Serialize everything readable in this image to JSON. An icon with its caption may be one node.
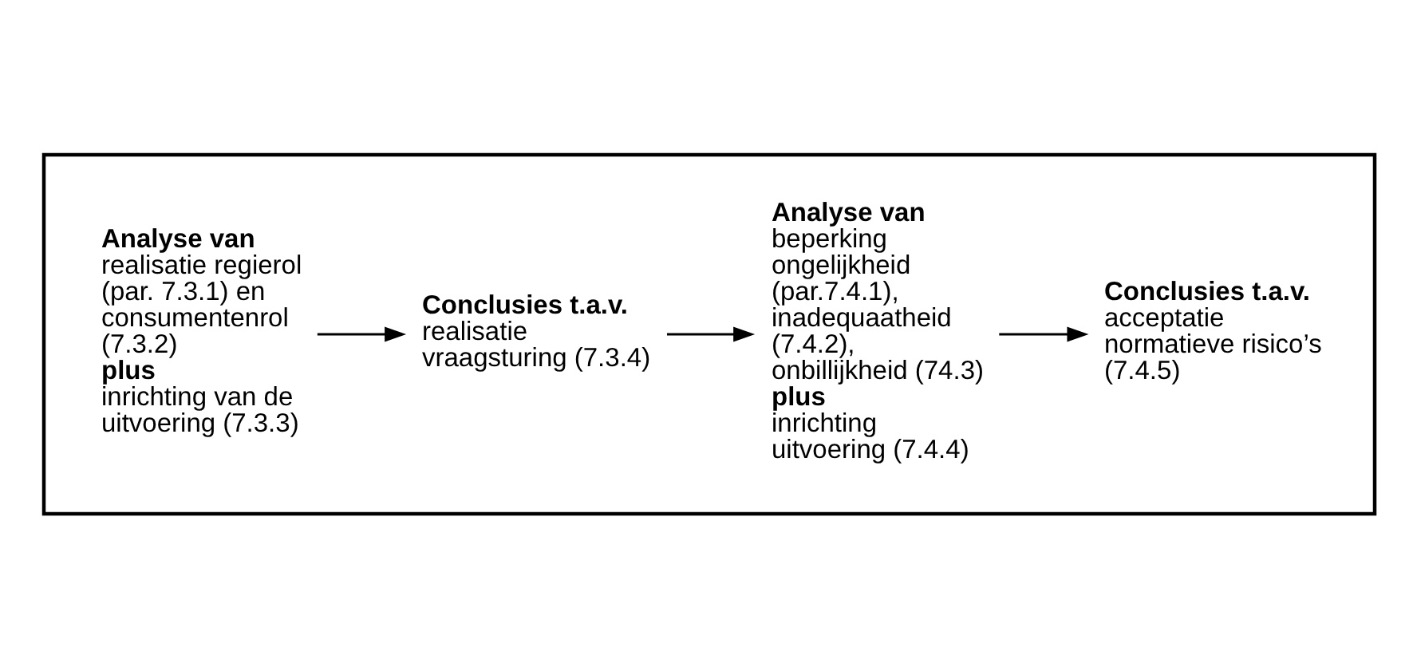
{
  "diagram": {
    "nodes": [
      {
        "text": [],
        "shape": "box"
      },
      {
        "text": [
          "Analyse van",
          "realisatie regierol (par. 7.3.1) en consumentenrol (7.3.2)",
          "plus",
          "inrichting van de uitvoering (7.3.3)"
        ],
        "in": 0
      },
      {
        "text": [
          "Conclusies t.a.v.",
          "realisatie vraagsturing (7.3.4)"
        ],
        "in": 0
      },
      {
        "text": [
          "Analyse van",
          "beperking ongelijkheid (par.7.4.1), inadequaatheid (7.4.2), onbillijkheid (74.3)",
          "plus",
          "inrichting uitvoering (7.4.4)"
        ],
        "in": 0
      },
      {
        "text": [
          "Conclusies t.a.v.",
          "acceptatie normatieve risico’s (7.4.5)"
        ],
        "in": 0
      }
    ],
    "edges": [
      {
        "from": 1,
        "to": 2,
        "arrow": "to"
      },
      {
        "from": 2,
        "to": 3,
        "arrow": "to"
      },
      {
        "from": 3,
        "to": 4,
        "arrow": "to"
      }
    ]
  }
}
